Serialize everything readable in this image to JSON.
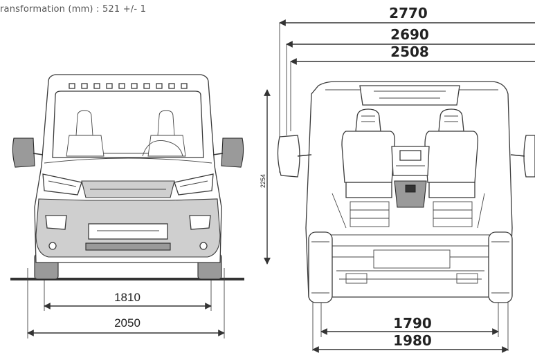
{
  "caption": "ransformation (mm) : 521 +/- 1",
  "front_view": {
    "track_width": "1810",
    "overall_width": "2050"
  },
  "rear_view": {
    "width_mirrors": "2770",
    "width_2": "2690",
    "width_3": "2508",
    "height": "2254",
    "track_width": "1790",
    "overall_width": "1980"
  },
  "colors": {
    "line": "#333333",
    "bumper_grey": "#cfcfcf",
    "dark_grey": "#9a9a9a"
  }
}
